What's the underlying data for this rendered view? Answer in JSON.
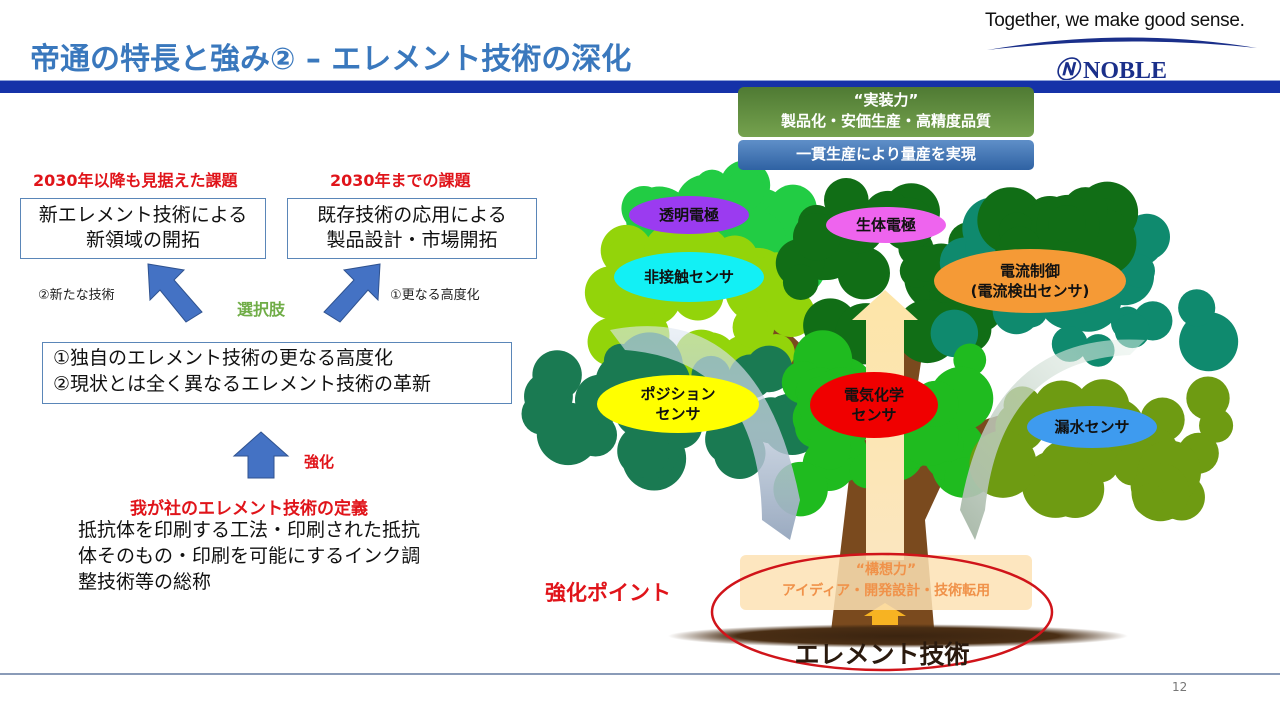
{
  "header": {
    "title": "帝通の特長と強み② – エレメント技術の深化",
    "tagline": "Together, we make good sense.",
    "logo_text": "NOBLE",
    "logo_mark": "Ⓝ"
  },
  "left": {
    "heading_future": "2030年以降も見据えた課題",
    "heading_2030": "2030年までの課題",
    "box_future": [
      "新エレメント技術による",
      "新領域の開拓"
    ],
    "box_2030": [
      "既存技術の応用による",
      "製品設計・市場開拓"
    ],
    "label_new_tech": "②新たな技術",
    "label_advance": "①更なる高度化",
    "label_options": "選択肢",
    "options_box": [
      "①独自のエレメント技術の更なる高度化",
      "②現状とは全く異なるエレメント技術の革新"
    ],
    "label_strengthen": "強化",
    "definition_title": "我が社のエレメント技術の定義",
    "definition_lines": [
      "抵抗体を印刷する工法・印刷された抵抗",
      "体そのもの・印刷を可能にするインク調",
      "整技術等の総称"
    ]
  },
  "tree": {
    "top_box_title": "“実装力”",
    "top_box_text": "製品化・安価生産・高精度品質",
    "mass_box_text": "一貫生産により量産を実現",
    "ovals": {
      "transparent_electrode": "透明電極",
      "bio_electrode": "生体電極",
      "noncontact_sensor": "非接触センサ",
      "current_control": [
        "電流制御",
        "(電流検出センサ)"
      ],
      "position_sensor": [
        "ポジション",
        "センサ"
      ],
      "electrochemical_sensor": [
        "電気化学",
        "センサ"
      ],
      "leak_sensor": "漏水センサ"
    },
    "strengthen_point": "強化ポイント",
    "concept_title": "“構想力”",
    "concept_text": "アイディア・開発設計・技術転用",
    "root_label": "エレメント技術"
  },
  "footer": {
    "page_number": "12"
  },
  "colors": {
    "title": "#3a78bd",
    "bar": "#1532a8",
    "red": "#e0141a",
    "green_label": "#70ad47",
    "arrow_blue": "#4472c4"
  }
}
